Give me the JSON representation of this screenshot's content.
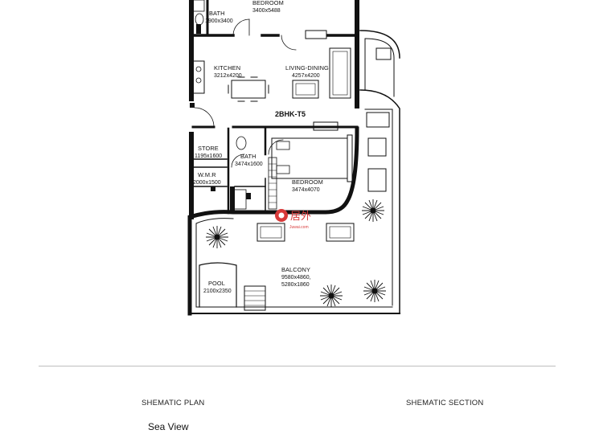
{
  "unit_label": "2BHK-T5",
  "rooms": {
    "bedroom_top": {
      "name": "BEDROOM",
      "size": "3400x5488"
    },
    "bath_top": {
      "name": "BATH",
      "size": "1900x3400"
    },
    "kitchen": {
      "name": "KITCHEN",
      "size": "3212x4200"
    },
    "living": {
      "name": "LIVING-DINING",
      "size": "4257x4200"
    },
    "store": {
      "name": "STORE",
      "size": "1195x1600"
    },
    "bath_mid": {
      "name": "BATH",
      "size": "3474x1600"
    },
    "bedroom": {
      "name": "BEDROOM",
      "size": "3474x4070"
    },
    "wmr": {
      "name": "W.M.R",
      "size": "2000x1500"
    },
    "balcony": {
      "name": "BALCONY",
      "size1": "9580x4860,",
      "size2": "5280x1860"
    },
    "pool": {
      "name": "POOL",
      "size": "2100x2350"
    }
  },
  "captions": {
    "plan": "SHEMATIC PLAN",
    "section": "SHEMATIC SECTION",
    "view": "Sea View"
  },
  "watermark": {
    "text": "居外",
    "sub": "Juwai.com"
  }
}
